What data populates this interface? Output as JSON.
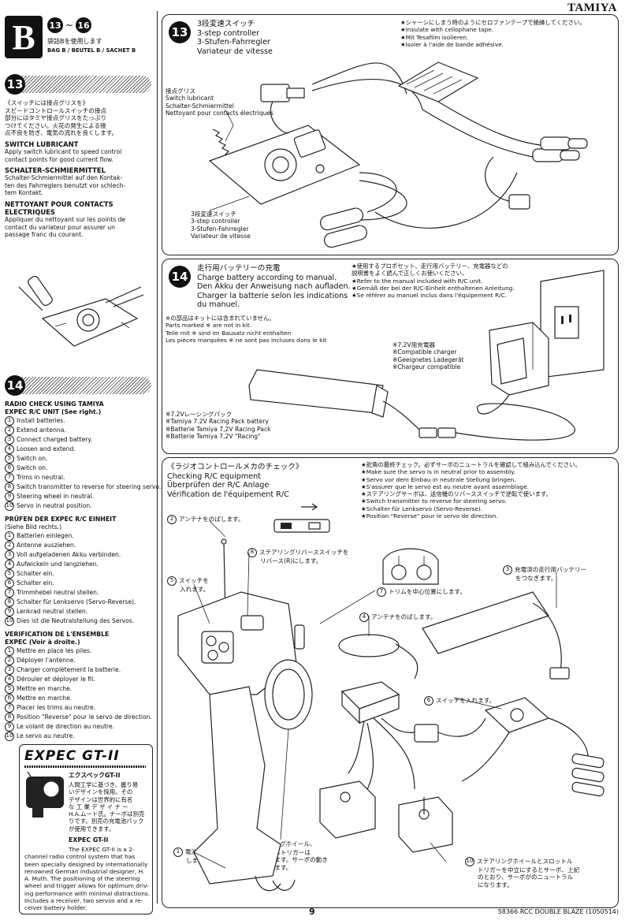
{
  "brand": "TAMIYA",
  "page_number": "9",
  "footer_code": "58366 RCC DOUBLE BLAZE (1050514)",
  "bag": {
    "letter": "B",
    "range_from": "13",
    "range_sep": "~",
    "range_to": "16",
    "jp": "袋詰Bを使用します",
    "multi": "BAG B / BEUTEL B / SACHET B"
  },
  "left13": {
    "step": "13",
    "jp_title": "《スイッチには接点グリスを》",
    "jp_lines": [
      "スピードコントロールスイッチの接点",
      "部分にはタミヤ接点グリスをたっぷり",
      "つけてください。火花の発生による接",
      "点不良を防ぎ、電気の流れを良くします。"
    ],
    "en_head": "SWITCH LUBRICANT",
    "en_lines": [
      "Apply switch lubricant to speed control",
      "contact points for good current flow."
    ],
    "de_head": "SCHALTER-SCHMIERMITTEL",
    "de_lines": [
      "Schalter-Schmiermittel auf den Kontak-",
      "ten des Fahrreglers benutzt vor schlech-",
      "tem Kontakt."
    ],
    "fr_head": "NETTOYANT POUR CONTACTS",
    "fr_head2": "ELECTRIQUES",
    "fr_lines": [
      "Appliquer du nettoyant sur les points de",
      "contact du variateur pour assurer un",
      "passage franc du courant."
    ]
  },
  "left14": {
    "step": "14",
    "en_head": "RADIO CHECK USING TAMIYA",
    "en_head2": "EXPEC R/C UNIT (See right.)",
    "en_items": [
      "Install batteries.",
      "Extend antenna.",
      "Connect charged battery.",
      "Loosen and extend.",
      "Switch on.",
      "Switch on.",
      "Trims in neutral.",
      "Switch transmitter to reverse for steering servo.",
      "Steering wheel in neutral.",
      "Servo in neutral position."
    ],
    "de_head": "PRÜFEN DER EXPEC R/C EINHEIT",
    "de_head2": "(Siehe Bild rechts.)",
    "de_items": [
      "Batterien einlegen.",
      "Antenne ausziehen.",
      "Voll aufgeladenen Akku verbinden.",
      "Aufwickeln und langziehen.",
      "Schalter ein.",
      "Schalter ein.",
      "Trimmhebel neutral stellen.",
      "Schalter für Lenkservo (Servo-Reverse).",
      "Lenkrad neutral stellen.",
      "Dies ist die Neutralstellung des Servos."
    ],
    "fr_head": "VERIFICATION DE L'ENSEMBLE",
    "fr_head2": "EXPEC (Voir à droite.)",
    "fr_items": [
      "Mettre en place les piles.",
      "Déployer l'antenne.",
      "Charger complètement la batterie.",
      "Dérouler et déployer le fil.",
      "Mettre en marche.",
      "Mettre en marche.",
      "Placer les trims au neutre.",
      "Position \"Reverse\" pour le servo de direction.",
      "Le volant de direction au neutre.",
      "Le servo au neutre."
    ]
  },
  "expec": {
    "logo": "EXPEC GT-II",
    "jp_title": "エクスペックGT-II",
    "jp_lines": [
      "人間工学に基づき、握り易",
      "いデザインを採用。その",
      "デザインは世界的に有名",
      "な 工 業 デ ザ イ ナ ー",
      "H.A.ムート氏。ナーボは別売",
      "りです。別売の充電池パック",
      "が使用できます。"
    ],
    "en_title": "EXPEC GT-II",
    "en_lines": [
      "The EXPEC GT-II is a 2-",
      "channel radio control system that has",
      "been specially designed by internationally",
      "renowned German industrial designer, H.",
      "A. Muth. The positioning of the steering",
      "wheel and trigger allows for optimum driv-",
      "ing performance with minimal distractions.",
      "Includes a receiver, two servos and a re-",
      "ceiver battery holder."
    ]
  },
  "panel13": {
    "step": "13",
    "title_jp": "3段変速スイッチ",
    "title_en": "3-step controller",
    "title_de": "3-Stufen-Fahrregler",
    "title_fr": "Variateur de vitesse",
    "notes": [
      "★シャーシにしまう時のようにセロファンテープで絶縁してください。",
      "★Insulate with cellophane tape.",
      "★Mit Tesafilm isolieren.",
      "★Isoler à l'aide de bande adhésive."
    ],
    "grease_jp": "接点グリス",
    "grease_en": "Switch lubricant",
    "grease_de": "Schalter-Schmiermittel",
    "grease_fr": "Nettoyant pour contacts électriques",
    "switch_jp": "3段変速スイッチ",
    "switch_en": "3-step controller",
    "switch_de": "3-Stufen-Fahrregler",
    "switch_fr": "Variateur de vitesse"
  },
  "panel14": {
    "step": "14",
    "title_jp": "走行用バッテリーの充電",
    "title_en": "Charge battery according to manual.",
    "title_de": "Den Akku der Anweisung nach aufladen.",
    "title_fr": "Charger la batterie selon les indications",
    "title_fr2": "du manuel.",
    "notes": [
      "★使用するプロポセット、走行用バッテリー、充電器などの",
      "説明書をよく読んで正しくお使いください。",
      "★Refer to the manual included with R/C unit.",
      "★Gemäß der bei der R/C-Einheit enthaltenen Anleitung.",
      "★Se référer au manuel inclus dans l'équipement R/C."
    ],
    "kit_jp": "※の部品はキットには含まれていません。",
    "kit_en": "Parts marked ※ are not in kit.",
    "kit_de": "Teile mit ※ sind im Bausatz nicht enthalten",
    "kit_fr": "Les pièces marquées ※ ne sont pas incluses dans le kit",
    "charger_jp": "※7.2V用充電器",
    "charger_en": "※Compatible charger",
    "charger_de": "※Geeignetes Ladegerät",
    "charger_fr": "※Chargeur compatible",
    "pack_jp": "※7.2Vレーシングパック",
    "pack_en": "※Tamiya 7.2V Racing Pack battery",
    "pack_de": "※Batterie Tamiya 7,2V Racing Pack",
    "pack_fr": "※Batterie Tamiya 7,2V \"Racing\""
  },
  "panel_check": {
    "title_jp": "《ラジオコントロールメカのチェック》",
    "title_en": "Checking R/C equipment",
    "title_de": "Überprüfen der R/C Anlage",
    "title_fr": "Vérification de l'équipement R/C",
    "notes": [
      "★舵角の最終チェック。必ずサーボのニュートラルを確認して組み込んでください。",
      "★Make sure the servo is in neutral prior to assembly.",
      "★Servo vor dem Einbau in neutrale Stellung bringen.",
      "★S'assurer que le servo est au neutre avant assemblage.",
      "★ステアリングサーボは、送信機のリバーススイッチで逆転で使います。",
      "★Switch transmitter to reverse for steering servo.",
      "★Schalter für Lenkservo (Servo-Reverse).",
      "★Position \"Reverse\" pour le servo de direction."
    ],
    "c2": "アンテナをのばします。",
    "c8a": "ステアリングリバーススイッチを",
    "c8b": "リバース(R)にします。",
    "c5a": "スイッチを",
    "c5b": "入れます。",
    "c7": "トリムを中心位置にします。",
    "c3a": "充電済の走行用バッテリー",
    "c3b": "をつなぎます。",
    "c4": "アンテナをのばします。",
    "c6": "スイッチを入れます。",
    "c1a": "電池をセット",
    "c1b": "します。",
    "c9a": "ステアリングホイール、",
    "c9b": "スロットルトリガーは",
    "c9c": "中立にします。サーボの動き",
    "c9d": "を確かめます。",
    "c10a": "ステアリングホイールとスロットル",
    "c10b": "トリガーを中立にするとサーボ、上記",
    "c10c": "のとおり、サーボがのニュートラル",
    "c10d": "になります。"
  },
  "nums": [
    "1",
    "2",
    "3",
    "4",
    "5",
    "6",
    "7",
    "8",
    "9",
    "10"
  ]
}
